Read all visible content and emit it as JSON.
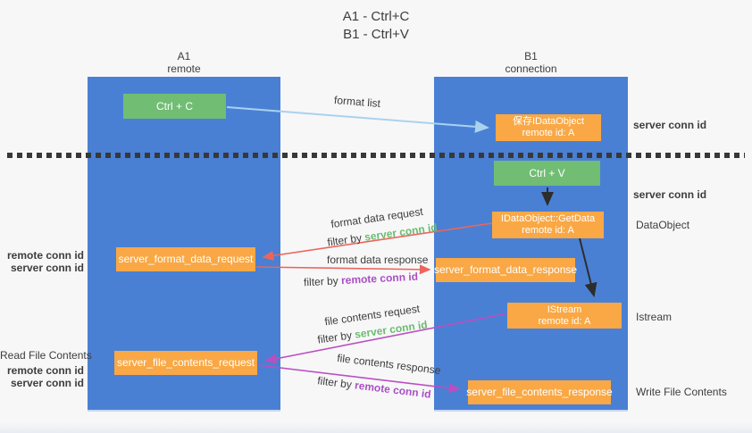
{
  "title": {
    "line1": "A1 - Ctrl+C",
    "line2": "B1 - Ctrl+V"
  },
  "lifelines": {
    "a1": {
      "name": "A1",
      "role": "remote"
    },
    "b1": {
      "name": "B1",
      "role": "connection"
    }
  },
  "nodes": {
    "ctrl_c": "Ctrl + C",
    "ctrl_v": "Ctrl + V",
    "save_dataobject_line1": "保存IDataObject",
    "save_dataobject_line2": "remote id: A",
    "getdata_line1": "IDataObject::GetData",
    "getdata_line2": "remote id: A",
    "istream_line1": "IStream",
    "istream_line2": "remote id: A",
    "format_request": "server_format_data_request",
    "format_response": "server_format_data_response",
    "file_request": "server_file_contents_request",
    "file_response": "server_file_contents_response"
  },
  "labels": {
    "format_list": "format list",
    "format_data_request": "format data request",
    "format_data_response": "format data response",
    "file_contents_request": "file contents request",
    "file_contents_response": "file contents response",
    "filter_by": "filter by ",
    "server_conn_id": "server conn id",
    "remote_conn_id": "remote conn id",
    "data_object": "DataObject",
    "istream": "Istream",
    "read_file_contents": "Read File Contents",
    "write_file_contents": "Write File Contents"
  },
  "colors": {
    "lifeline_blue": "#4a80d4",
    "node_green": "#71bd74",
    "node_orange": "#f9a845",
    "arrow_blue": "#a9d2ee",
    "arrow_red": "#ec655c",
    "arrow_magenta": "#bb4fc0",
    "arrow_black": "#2d2d2d",
    "text_green": "#6abc6e",
    "text_purple": "#a94fc4",
    "text_dark": "#3d3d3d"
  }
}
